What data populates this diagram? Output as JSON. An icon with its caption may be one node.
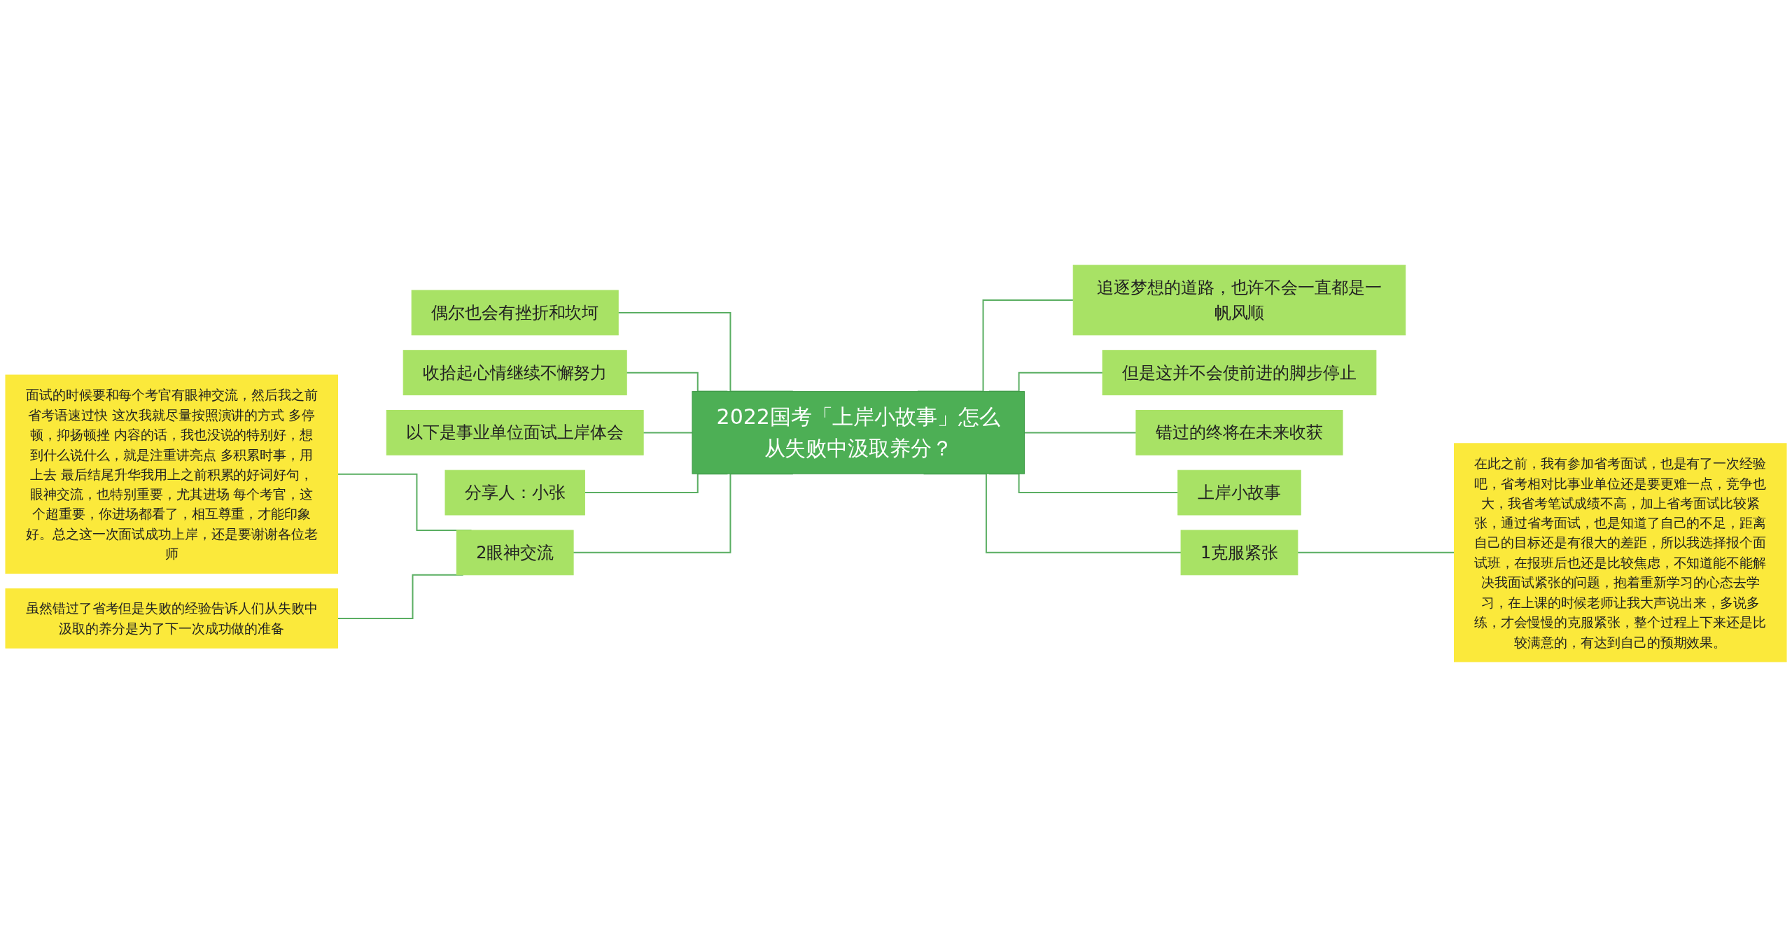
{
  "diagram": {
    "nodes": [
      {
        "text": [
          "2022国考「上岸小故事」怎么从失败中汲取养分？"
        ]
      },
      {
        "text": [
          "追逐梦想的道路，也许不会一直都是一帆风顺"
        ]
      },
      {
        "text": [
          "但是这并不会使前进的脚步停止"
        ]
      },
      {
        "text": [
          "错过的终将在未来收获"
        ]
      },
      {
        "text": [
          "上岸小故事"
        ]
      },
      {
        "text": [
          "1克服紧张"
        ]
      },
      {
        "text": [
          "在此之前，我有参加省考面试，也是有了一次经验吧，省考相对比事业单位还是要更难一点，竞争也大，我省考笔试成绩不高，加上省考面试比较紧张，通过省考面试，也是知道了自己的不足，距离自己的目标还是有很大的差距，所以我选择报个面试班，在报班后也还是比较焦虑，不知道能不能解决我面试紧张的问题，抱着重新学习的心态去学习，在上课的时候老师让我大声说出来，多说多练，才会慢慢的克服紧张，整个过程上下来还是比较满意的，有达到自己的预期效果。"
        ]
      },
      {
        "text": [
          "偶尔也会有挫折和坎坷"
        ]
      },
      {
        "text": [
          "收拾起心情继续不懈努力"
        ]
      },
      {
        "text": [
          "以下是事业单位面试上岸体会"
        ]
      },
      {
        "text": [
          "分享人：小张"
        ]
      },
      {
        "text": [
          "2眼神交流"
        ]
      },
      {
        "text": [
          "面试的时候要和每个考官有眼神交流，然后我之前省考语速过快 这次我就尽量按照演讲的方式 多停顿，抑扬顿挫 内容的话，我也没说的特别好，想到什么说什么，就是注重讲亮点 多积累时事，用上去 最后结尾升华我用上之前积累的好词好句，眼神交流，也特别重要，尤其进场 每个考官，这个超重要，你进场都看了，相互尊重，才能印象好。总之这一次面试成功上岸，还是要谢谢各位老师"
        ]
      },
      {
        "text": [
          "虽然错过了省考但是失败的经验告诉人们从失败中汲取的养分是为了下一次成功做的准备"
        ]
      }
    ],
    "edges": [
      {
        "from": 0,
        "to": 1,
        "arrow": "none"
      },
      {
        "from": 0,
        "to": 2,
        "arrow": "none"
      },
      {
        "from": 0,
        "to": 3,
        "arrow": "none"
      },
      {
        "from": 0,
        "to": 4,
        "arrow": "none"
      },
      {
        "from": 0,
        "to": 5,
        "arrow": "none"
      },
      {
        "from": 5,
        "to": 6,
        "arrow": "none"
      },
      {
        "from": 0,
        "to": 7,
        "arrow": "none"
      },
      {
        "from": 0,
        "to": 8,
        "arrow": "none"
      },
      {
        "from": 0,
        "to": 9,
        "arrow": "none"
      },
      {
        "from": 0,
        "to": 10,
        "arrow": "none"
      },
      {
        "from": 0,
        "to": 11,
        "arrow": "none"
      },
      {
        "from": 11,
        "to": 12,
        "arrow": "none"
      },
      {
        "from": 11,
        "to": 13,
        "arrow": "none"
      }
    ]
  }
}
